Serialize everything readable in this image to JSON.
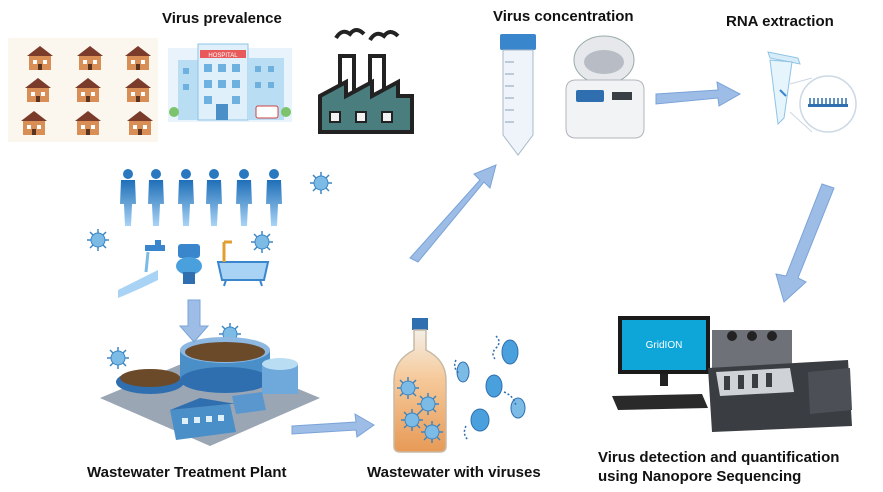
{
  "labels": {
    "virus_prevalence": "Virus prevalence",
    "virus_concentration": "Virus concentration",
    "rna_extraction": "RNA extraction",
    "wwtp": "Wastewater Treatment Plant",
    "wastewater_viruses": "Wastewater with viruses",
    "detection_line1": "Virus detection and quantification",
    "detection_line2": "using Nanopore Sequencing"
  },
  "hospital_sign": "HOSPITAL",
  "monitor_brand": "GridION",
  "colors": {
    "arrow": "#9dbde6",
    "arrow_stroke": "#7aa3d8",
    "people": "#3a86cc",
    "virus": "#6ab0e0",
    "sludge": "#6b4a2a",
    "tank": "#2f6fb0"
  }
}
